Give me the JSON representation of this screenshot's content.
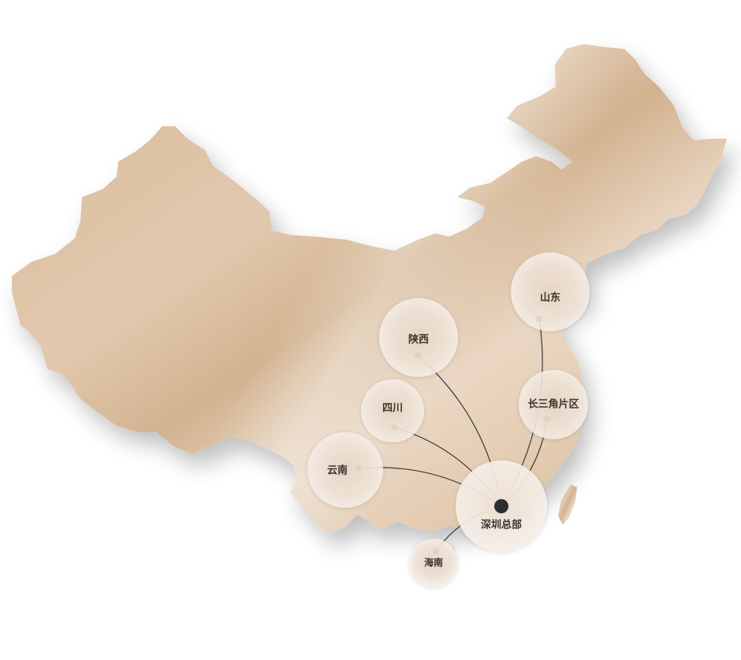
{
  "map": {
    "land_color": "#dcc0a0",
    "land_highlight": "#f1e3d3",
    "line_color": "#3a3a3a",
    "hub": {
      "label": "深圳总部"
    },
    "regions": [
      {
        "key": "shandong",
        "label": "山东"
      },
      {
        "key": "shaanxi",
        "label": "陕西"
      },
      {
        "key": "sichuan",
        "label": "四川"
      },
      {
        "key": "yangtze",
        "label": "长三角片区"
      },
      {
        "key": "yunnan",
        "label": "云南"
      },
      {
        "key": "hainan",
        "label": "海南"
      }
    ]
  }
}
